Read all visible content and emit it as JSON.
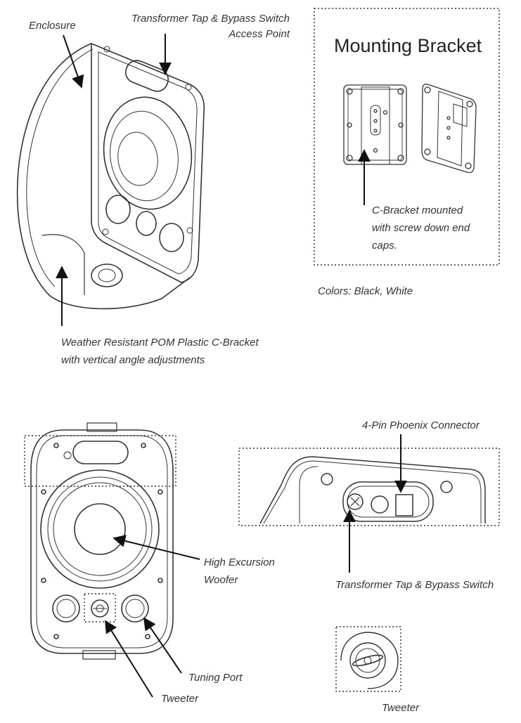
{
  "labels": {
    "enclosure": "Enclosure",
    "transformer_access_line1": "Transformer Tap & Bypass Switch",
    "transformer_access_line2": "Access Point",
    "bracket_title": "Mounting Bracket",
    "cbracket_line1": "C-Bracket mounted",
    "cbracket_line2": "with screw down end",
    "cbracket_line3": "caps.",
    "colors": "Colors: Black, White",
    "pom_line1": "Weather Resistant POM Plastic C-Bracket",
    "pom_line2": "with vertical angle adjustments",
    "phoenix": "4-Pin Phoenix Connector",
    "woofer_line1": "High Excursion",
    "woofer_line2": "Woofer",
    "transformer_switch": "Transformer Tap & Bypass Switch",
    "tuning_port": "Tuning Port",
    "tweeter_front": "Tweeter",
    "tweeter_detail": "Tweeter"
  }
}
